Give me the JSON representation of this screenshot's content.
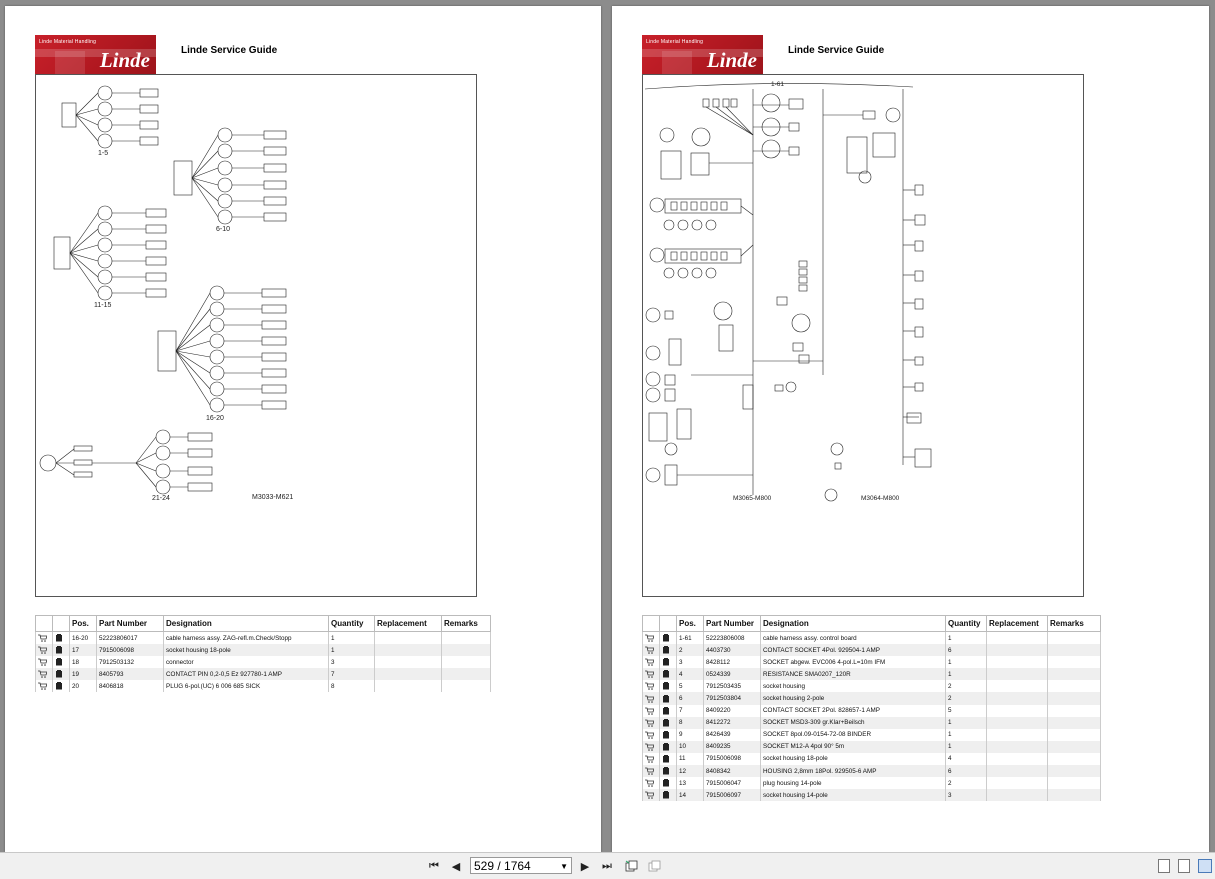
{
  "header": {
    "logo_small": "Linde Material Handling",
    "logo_brand": "Linde",
    "title": "Linde Service Guide"
  },
  "left_page": {
    "drawing_ref": "M3033-M621",
    "groups": [
      "1-5",
      "6-10",
      "11-15",
      "16-20",
      "21-24"
    ],
    "table": {
      "headers": [
        "Pos.",
        "Part Number",
        "Designation",
        "Quantity",
        "Replacement",
        "Remarks"
      ],
      "rows": [
        {
          "pos": "16-20",
          "part": "52223806017",
          "designation": "cable harness assy. ZAG-refl.m.Check/Stopp",
          "qty": "1"
        },
        {
          "pos": "17",
          "part": "7915006098",
          "designation": "socket housing 18-pole",
          "qty": "1"
        },
        {
          "pos": "18",
          "part": "7912503132",
          "designation": "connector",
          "qty": "3"
        },
        {
          "pos": "19",
          "part": "8405793",
          "designation": "CONTACT PIN 0,2-0,5 Ez 927780-1 AMP",
          "qty": "7"
        },
        {
          "pos": "20",
          "part": "8406818",
          "designation": "PLUG 6-pol.(UC) 6 006 685 SICK",
          "qty": "8"
        }
      ]
    }
  },
  "right_page": {
    "drawing_ref": "M3064-M800",
    "drawing_ref_2": "M3065-M800",
    "top_label": "1-61",
    "table": {
      "headers": [
        "Pos.",
        "Part Number",
        "Designation",
        "Quantity",
        "Replacement",
        "Remarks"
      ],
      "rows": [
        {
          "pos": "1-61",
          "part": "52223806008",
          "designation": "cable harness assy. control board",
          "qty": "1"
        },
        {
          "pos": "2",
          "part": "4403730",
          "designation": "CONTACT SOCKET 4Pol. 929504-1 AMP",
          "qty": "6"
        },
        {
          "pos": "3",
          "part": "8428112",
          "designation": "SOCKET abgew. EVC006 4-pol.L=10m IFM",
          "qty": "1"
        },
        {
          "pos": "4",
          "part": "0524339",
          "designation": "RESISTANCE SMA0207_120R",
          "qty": "1"
        },
        {
          "pos": "5",
          "part": "7912503435",
          "designation": "socket housing",
          "qty": "2"
        },
        {
          "pos": "6",
          "part": "7912503804",
          "designation": "socket housing 2-pole",
          "qty": "2"
        },
        {
          "pos": "7",
          "part": "8409220",
          "designation": "CONTACT SOCKET 2Pol. 828657-1 AMP",
          "qty": "5"
        },
        {
          "pos": "8",
          "part": "8412272",
          "designation": "SOCKET MSD3-309 gr.Klar+Beilsch",
          "qty": "1"
        },
        {
          "pos": "9",
          "part": "8426439",
          "designation": "SOCKET 8pol.09-0154-72-08 BINDER",
          "qty": "1"
        },
        {
          "pos": "10",
          "part": "8409235",
          "designation": "SOCKET M12-A 4pol 90° 5m",
          "qty": "1"
        },
        {
          "pos": "11",
          "part": "7915006098",
          "designation": "socket housing 18-pole",
          "qty": "4"
        },
        {
          "pos": "12",
          "part": "8408342",
          "designation": "HOUSING 2,8mm 18Pol. 929505-6 AMP",
          "qty": "6"
        },
        {
          "pos": "13",
          "part": "7915006047",
          "designation": "plug housing 14-pole",
          "qty": "2"
        },
        {
          "pos": "14",
          "part": "7915006097",
          "designation": "socket housing 14-pole",
          "qty": "3"
        }
      ]
    }
  },
  "toolbar": {
    "page_indicator": "529 / 1764"
  },
  "icons": [
    "first-page-icon",
    "prev-page-icon",
    "next-page-icon",
    "last-page-icon",
    "cart-icon",
    "book-icon"
  ]
}
